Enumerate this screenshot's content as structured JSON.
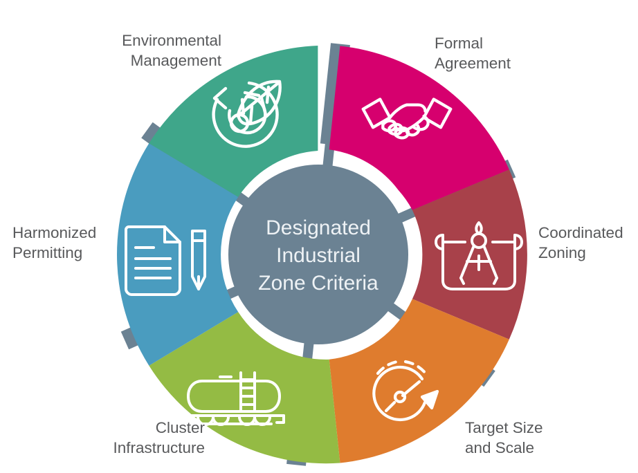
{
  "diagram": {
    "type": "segmented-wheel",
    "center": {
      "lines": [
        "Designated",
        "Industrial",
        "Zone Criteria"
      ],
      "text": "Designated Industrial Zone Criteria",
      "fill_color": "#6B8293",
      "text_color": "#EEF2F5"
    },
    "background_color": "#FFFFFF",
    "spoke_color": "#6B8293",
    "label_color": "#58595B",
    "segments": [
      {
        "id": "formal-agreement",
        "label": "Formal\nAgreement",
        "label_line1": "Formal",
        "label_line2": "Agreement",
        "color": "#D6006E",
        "icon": "handshake-icon",
        "position": "top-right",
        "start_angle": -84,
        "end_angle": -24
      },
      {
        "id": "coordinated-zoning",
        "label": "Coordinated\nZoning",
        "label_line1": "Coordinated",
        "label_line2": "Zoning",
        "color": "#A8414A",
        "icon": "compass-blueprint-icon",
        "position": "right",
        "start_angle": -24,
        "end_angle": 36
      },
      {
        "id": "target-size-and-scale",
        "label": "Target Size\nand Scale",
        "label_line1": "Target Size",
        "label_line2": "and Scale",
        "color": "#DF7C2E",
        "icon": "speedometer-icon",
        "position": "bottom-right",
        "start_angle": 36,
        "end_angle": 96
      },
      {
        "id": "cluster-infrastructure",
        "label": "Cluster\nInfrastructure",
        "label_line1": "Cluster",
        "label_line2": "Infrastructure",
        "color": "#94BB44",
        "icon": "tank-rail-car-icon",
        "position": "bottom-left",
        "start_angle": 96,
        "end_angle": 156
      },
      {
        "id": "harmonized-permitting",
        "label": "Harmonized\nPermitting",
        "label_line1": "Harmonized",
        "label_line2": "Permitting",
        "color": "#4A9CBF",
        "icon": "document-pen-icon",
        "position": "left",
        "start_angle": 156,
        "end_angle": 216
      },
      {
        "id": "environmental-management",
        "label": "Environmental\nManagement",
        "label_line1": "Environmental",
        "label_line2": "Management",
        "color": "#3FA68A",
        "icon": "leaf-recycle-icon",
        "position": "top-left",
        "start_angle": 216,
        "end_angle": 276
      }
    ]
  }
}
